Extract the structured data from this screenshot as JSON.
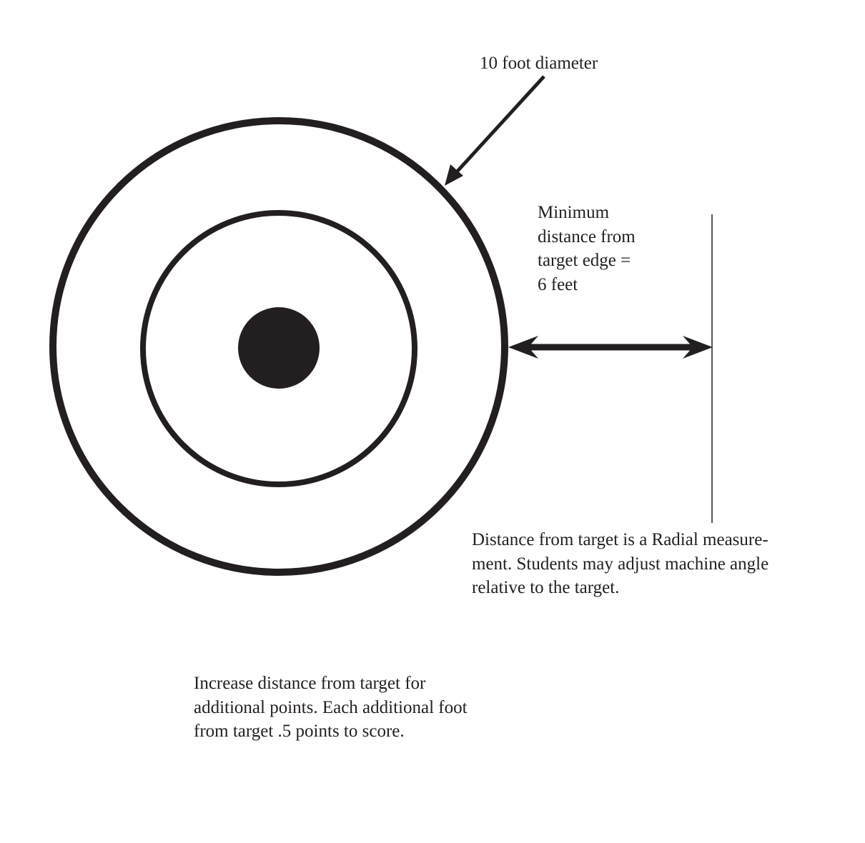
{
  "diagram": {
    "diameter_label": "10 foot diameter",
    "min_distance_lines": [
      "Minimum",
      "distance from",
      "target edge =",
      "6 feet"
    ],
    "radial_note_lines": [
      "Distance from target is a Radial measure-",
      "ment. Students may adjust machine angle",
      "relative to the target."
    ],
    "increase_note_lines": [
      "Increase distance from target for",
      "additional points. Each additional foot",
      "from target .5 points to score."
    ],
    "colors": {
      "ink": "#231f20",
      "background": "#ffffff"
    }
  }
}
